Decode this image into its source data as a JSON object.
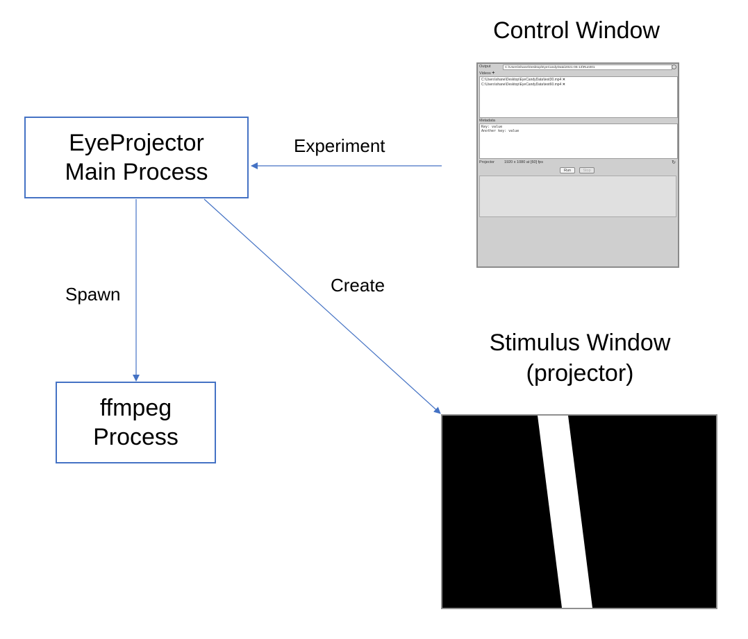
{
  "nodes": {
    "main_process": {
      "line1": "EyeProjector",
      "line2": "Main Process"
    },
    "ffmpeg": {
      "line1": "ffmpeg",
      "line2": "Process"
    }
  },
  "edges": {
    "experiment": "Experiment",
    "spawn": "Spawn",
    "create": "Create"
  },
  "control_window": {
    "title": "Control Window",
    "output_label": "Output",
    "output_path": "C:\\Users\\shane\\Desktop\\EyeCandyData\\2021-06-13\\Run001",
    "videos_label": "Videos",
    "add_symbol": "+",
    "videos": [
      "C:\\Users\\shane\\Desktop\\EyeCandyData\\test30.mp4",
      "C:\\Users\\shane\\Desktop\\EyeCandyData\\test60.mp4"
    ],
    "remove_symbol": "✕",
    "metadata_label": "Metadata",
    "metadata_lines": [
      "Key: value",
      "Another key: value"
    ],
    "projector_label": "Projector",
    "projector_info": "1920 x 1080 at [60] fps",
    "run_label": "Run",
    "stop_label": "Stop",
    "icons": {
      "output_clear": "clear-icon",
      "refresh": "refresh-icon"
    }
  },
  "stimulus_window": {
    "title_line1": "Stimulus Window",
    "title_line2": "(projector)",
    "background": "#000000",
    "bar_color": "#ffffff"
  },
  "colors": {
    "accent": "#4472c4",
    "window_border": "#8f8f8f"
  }
}
